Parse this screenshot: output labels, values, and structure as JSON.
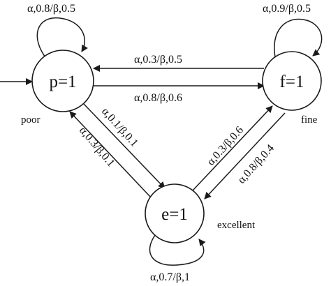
{
  "diagram": {
    "states": {
      "p": {
        "label": "p=1",
        "name": "poor"
      },
      "f": {
        "label": "f=1",
        "name": "fine"
      },
      "e": {
        "label": "e=1",
        "name": "excellent"
      }
    },
    "transitions": {
      "p_self": "α,0.8/β,0.5",
      "f_self": "α,0.9/β,0.5",
      "e_self": "α,0.7/β,1",
      "f_to_p": "α,0.3/β,0.5",
      "p_to_f": "α,0.8/β,0.6",
      "p_to_e": "α,0.1/β,0.1",
      "e_to_p": "α,0.3/β,0.1",
      "e_to_f": "α,0.3/β,0.6",
      "f_to_e": "α,0.8/β,0.4"
    },
    "colors": {
      "stroke": "#1a1a1a",
      "text": "#111111",
      "background": "#ffffff"
    }
  }
}
